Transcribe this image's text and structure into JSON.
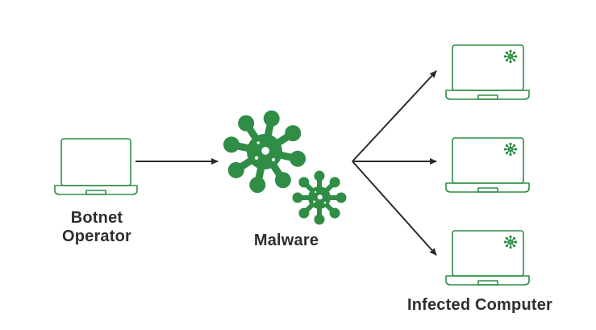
{
  "colors": {
    "green": "#2f8d46",
    "arrow": "#2b2b2b",
    "text": "#2e2e2e"
  },
  "labels": {
    "operator_line1": "Botnet",
    "operator_line2": "Operator",
    "malware": "Malware",
    "infected": "Infected Computer"
  },
  "icons": {
    "operator": "laptop-icon",
    "malware": "virus-icon",
    "infected": "laptop-with-virus-icon"
  }
}
